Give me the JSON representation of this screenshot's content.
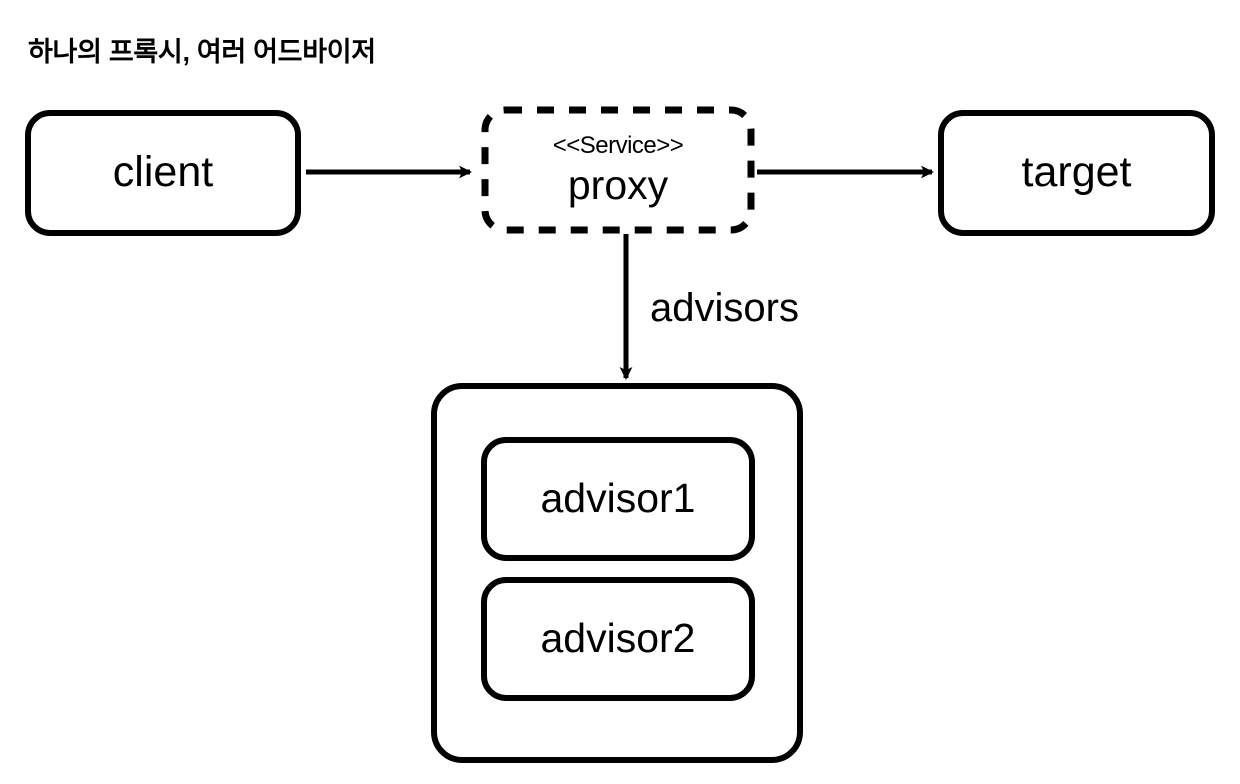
{
  "title": "하나의 프록시, 여러 어드바이저",
  "colors": {
    "stroke": "#000000",
    "background": "#ffffff",
    "text": "#000000"
  },
  "nodes": {
    "client": {
      "label": "client",
      "shape": "rounded-rectangle",
      "border": "solid"
    },
    "proxy": {
      "stereotype": "<<Service>>",
      "label": "proxy",
      "shape": "rounded-rectangle",
      "border": "dashed"
    },
    "target": {
      "label": "target",
      "shape": "rounded-rectangle",
      "border": "solid"
    },
    "advisor_container": {
      "label": "",
      "shape": "rounded-rectangle",
      "border": "solid"
    },
    "advisor1": {
      "label": "advisor1",
      "shape": "rounded-rectangle",
      "border": "solid"
    },
    "advisor2": {
      "label": "advisor2",
      "shape": "rounded-rectangle",
      "border": "solid"
    }
  },
  "edges": {
    "client_to_proxy": {
      "label": "",
      "from": "client",
      "to": "proxy",
      "direction": "right"
    },
    "proxy_to_target": {
      "label": "",
      "from": "proxy",
      "to": "target",
      "direction": "right"
    },
    "proxy_to_advisors": {
      "label": "advisors",
      "from": "proxy",
      "to": "advisor_container",
      "direction": "down"
    }
  }
}
